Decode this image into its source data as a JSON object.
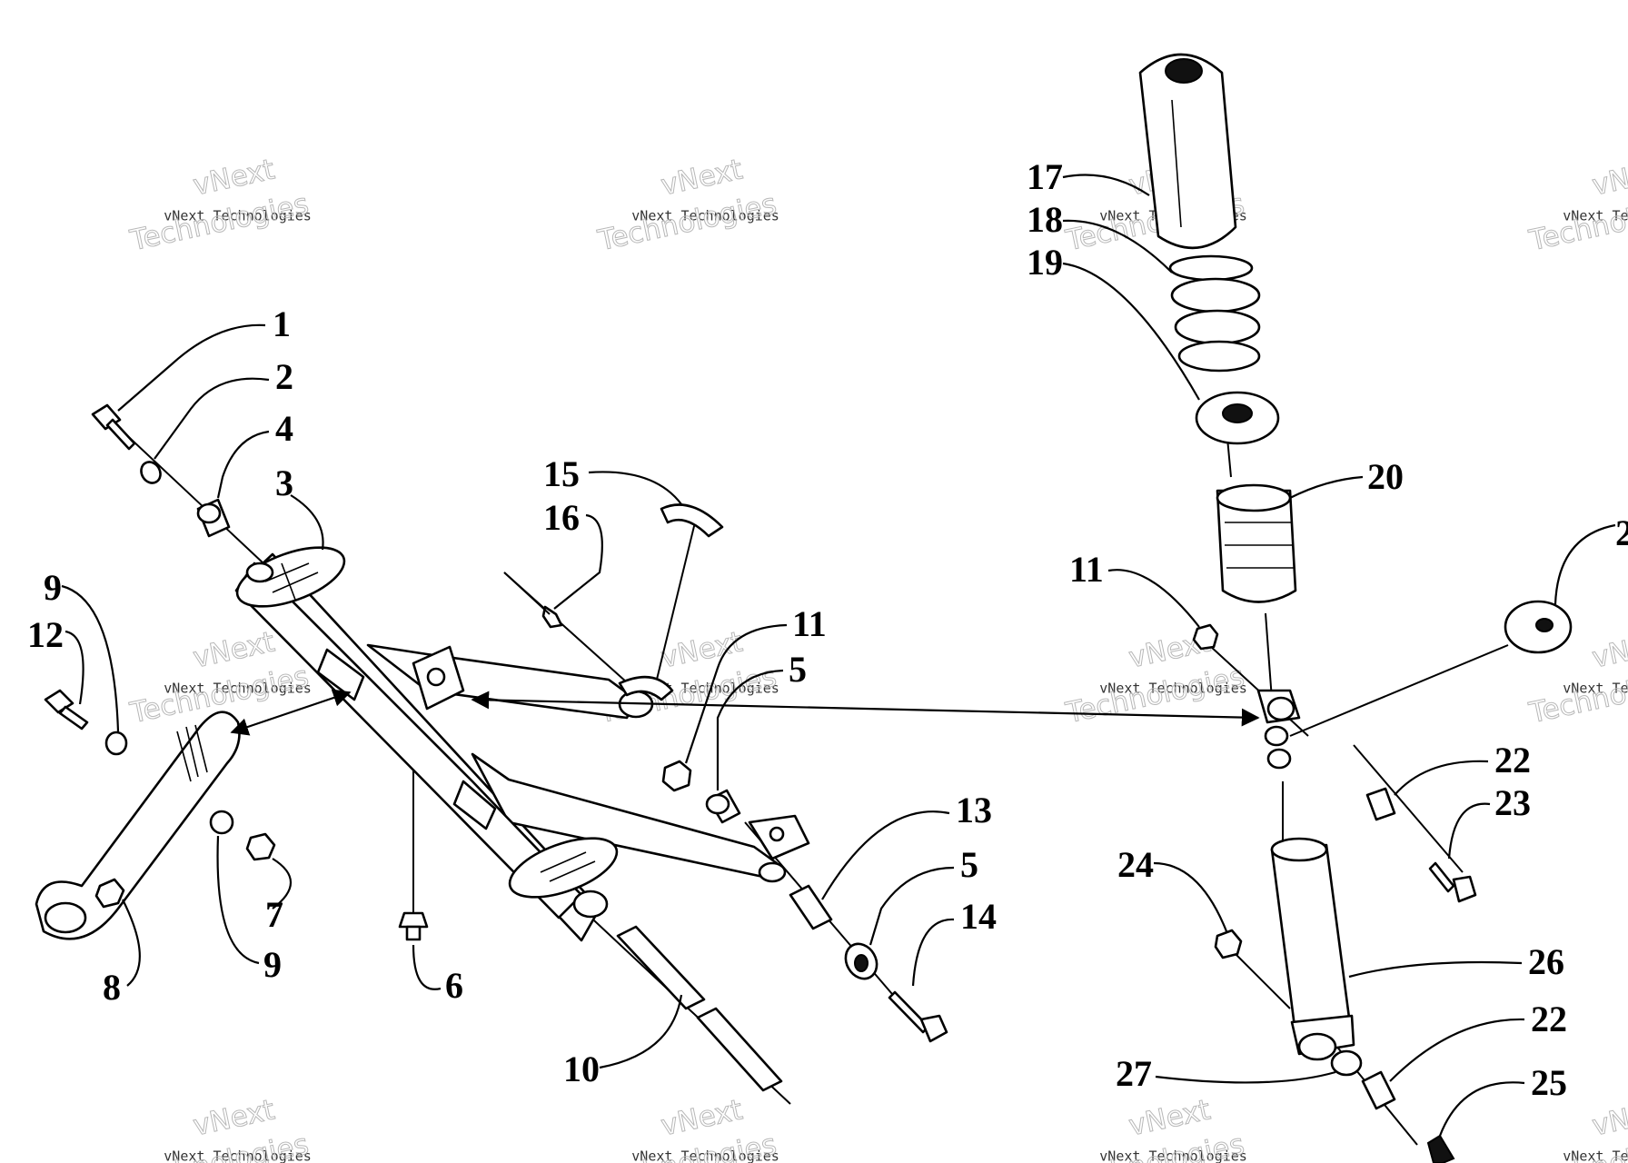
{
  "watermark": {
    "brand": "vNext",
    "company": "vNext Technologies",
    "word": "Technologies"
  },
  "callouts": [
    "1",
    "2",
    "3",
    "4",
    "5",
    "5",
    "6",
    "7",
    "8",
    "9",
    "9",
    "10",
    "11",
    "11",
    "12",
    "13",
    "14",
    "15",
    "16",
    "17",
    "18",
    "19",
    "20",
    "2",
    "22",
    "22",
    "23",
    "24",
    "25",
    "26",
    "27"
  ],
  "arrows": [
    "bracket-to-arm",
    "arm-to-shock-mount",
    "lever-to-bracket"
  ]
}
